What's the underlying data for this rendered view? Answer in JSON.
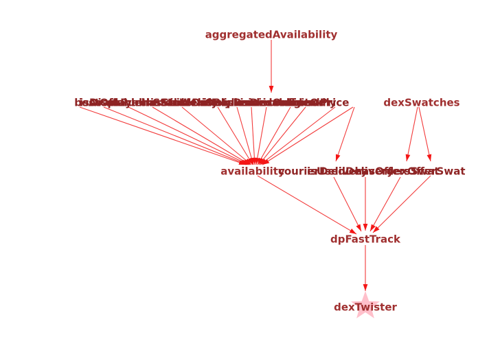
{
  "graph": {
    "nodes": {
      "aggregated_availability": "aggregatedAvailability",
      "availability": "availability",
      "dex_swatches": "dexSwatches",
      "upper_row_overlap_labels": [
        "bestOffer",
        "isDisplayable",
        "isAvailableInStores",
        "isPurchasable",
        "hasStock",
        "isStoreOnly",
        "isWebOnly",
        "isMarketplace",
        "isExclusive",
        "isBackorderable",
        "isPreorderable",
        "isDiscontinued",
        "isOnlineOnly",
        "digitalPrice"
      ],
      "middle_row_overlap_labels": [
        "courierDelivery",
        "isUsedDelivery",
        "hasOffersSwat",
        "dexOfferSwat"
      ],
      "dp_fast_track": "dpFastTrack",
      "dex_twister": "dexTwister"
    },
    "colors": {
      "edge": "#f23a3a",
      "arrow": "#f41616",
      "label": "#a03030",
      "root_marker": "#ffc0cb"
    },
    "root_marker_icon": "star"
  }
}
